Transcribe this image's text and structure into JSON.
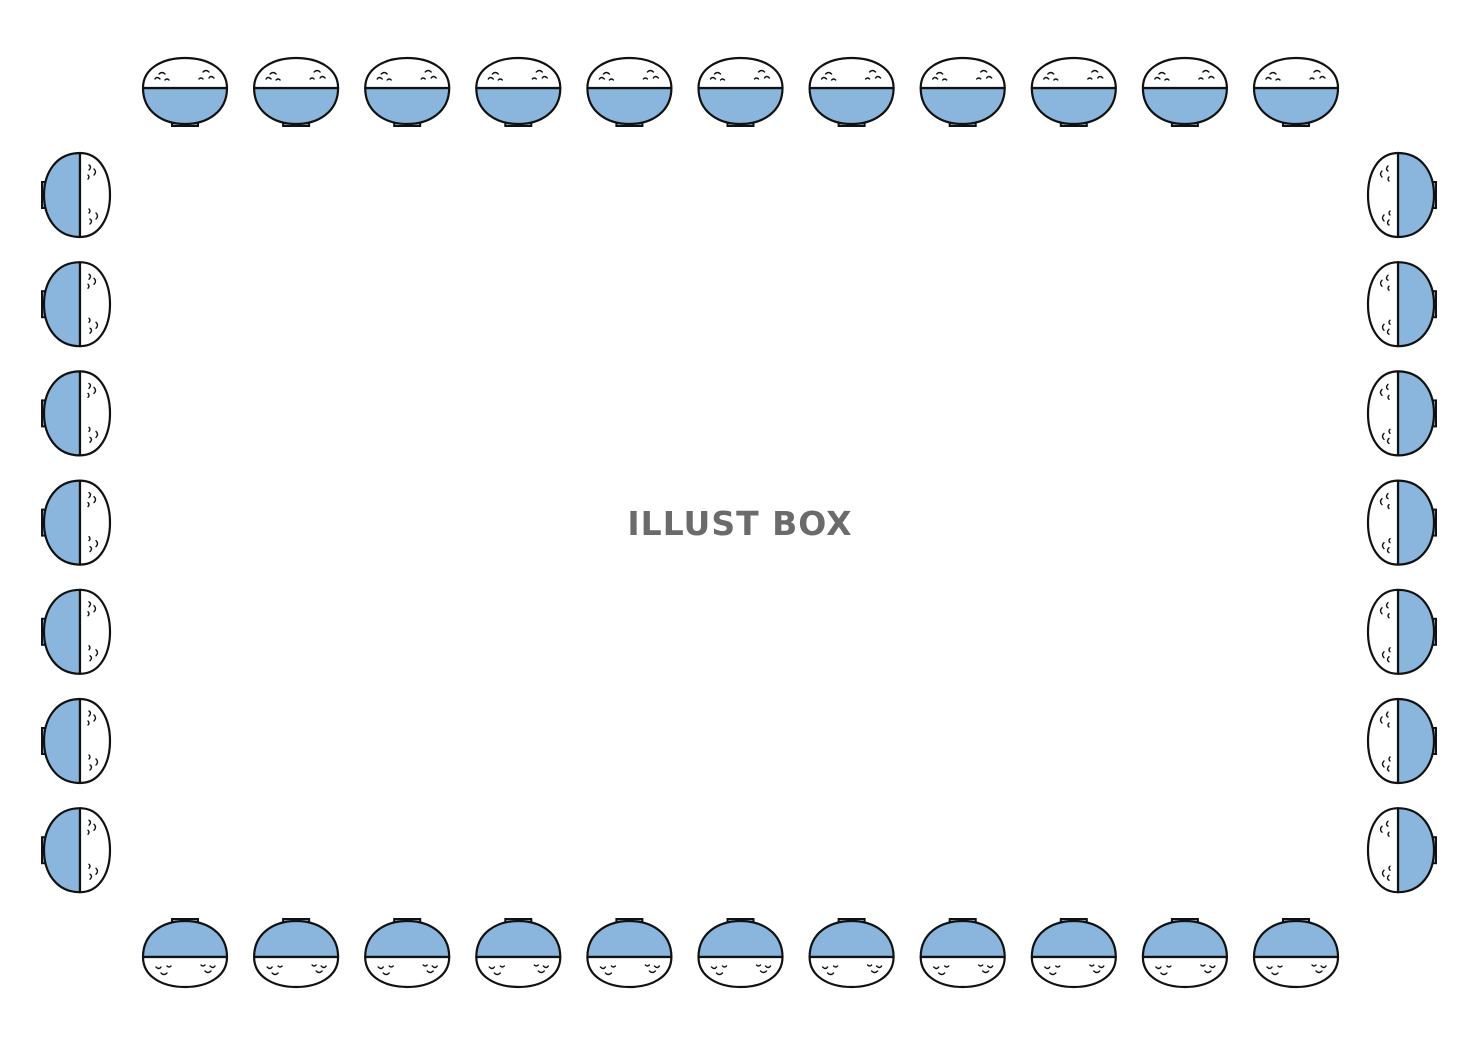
{
  "watermark": {
    "text": "ILLUST BOX"
  },
  "bowl_frame": {
    "motif": "rice-bowl-icon",
    "top_count": 11,
    "bottom_count": 11,
    "left_count": 7,
    "right_count": 7,
    "colors": {
      "bowl_fill": "#8AB5DC",
      "rice_fill": "#ffffff",
      "outline": "#111111"
    }
  }
}
